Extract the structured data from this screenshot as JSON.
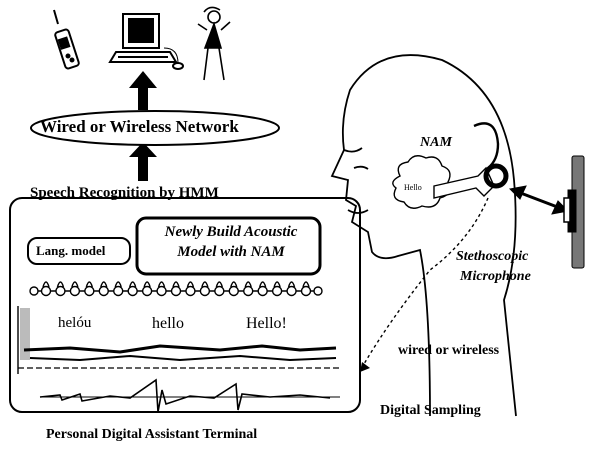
{
  "labels": {
    "network": "Wired or Wireless Network",
    "speech_recognition": "Speech Recognition by HMM",
    "lang_model": "Lang. model",
    "acoustic_model_line1": "Newly Build Acoustic",
    "acoustic_model_line2": "Model with NAM",
    "nam": "NAM",
    "hello_small": "Hello",
    "stethoscopic_line1": "Stethoscopic",
    "stethoscopic_line2": "Microphone",
    "wired_or_wireless": "wired or wireless",
    "digital_sampling": "Digital Sampling",
    "pda_terminal": "Personal Digital Assistant Terminal"
  },
  "recognition_hypotheses": [
    "helóu",
    "hello",
    "Hello!"
  ],
  "devices": [
    "mobile-phone-icon",
    "desktop-computer-icon",
    "person-figure-icon"
  ],
  "colors": {
    "ink": "#000000",
    "paper": "#ffffff"
  }
}
